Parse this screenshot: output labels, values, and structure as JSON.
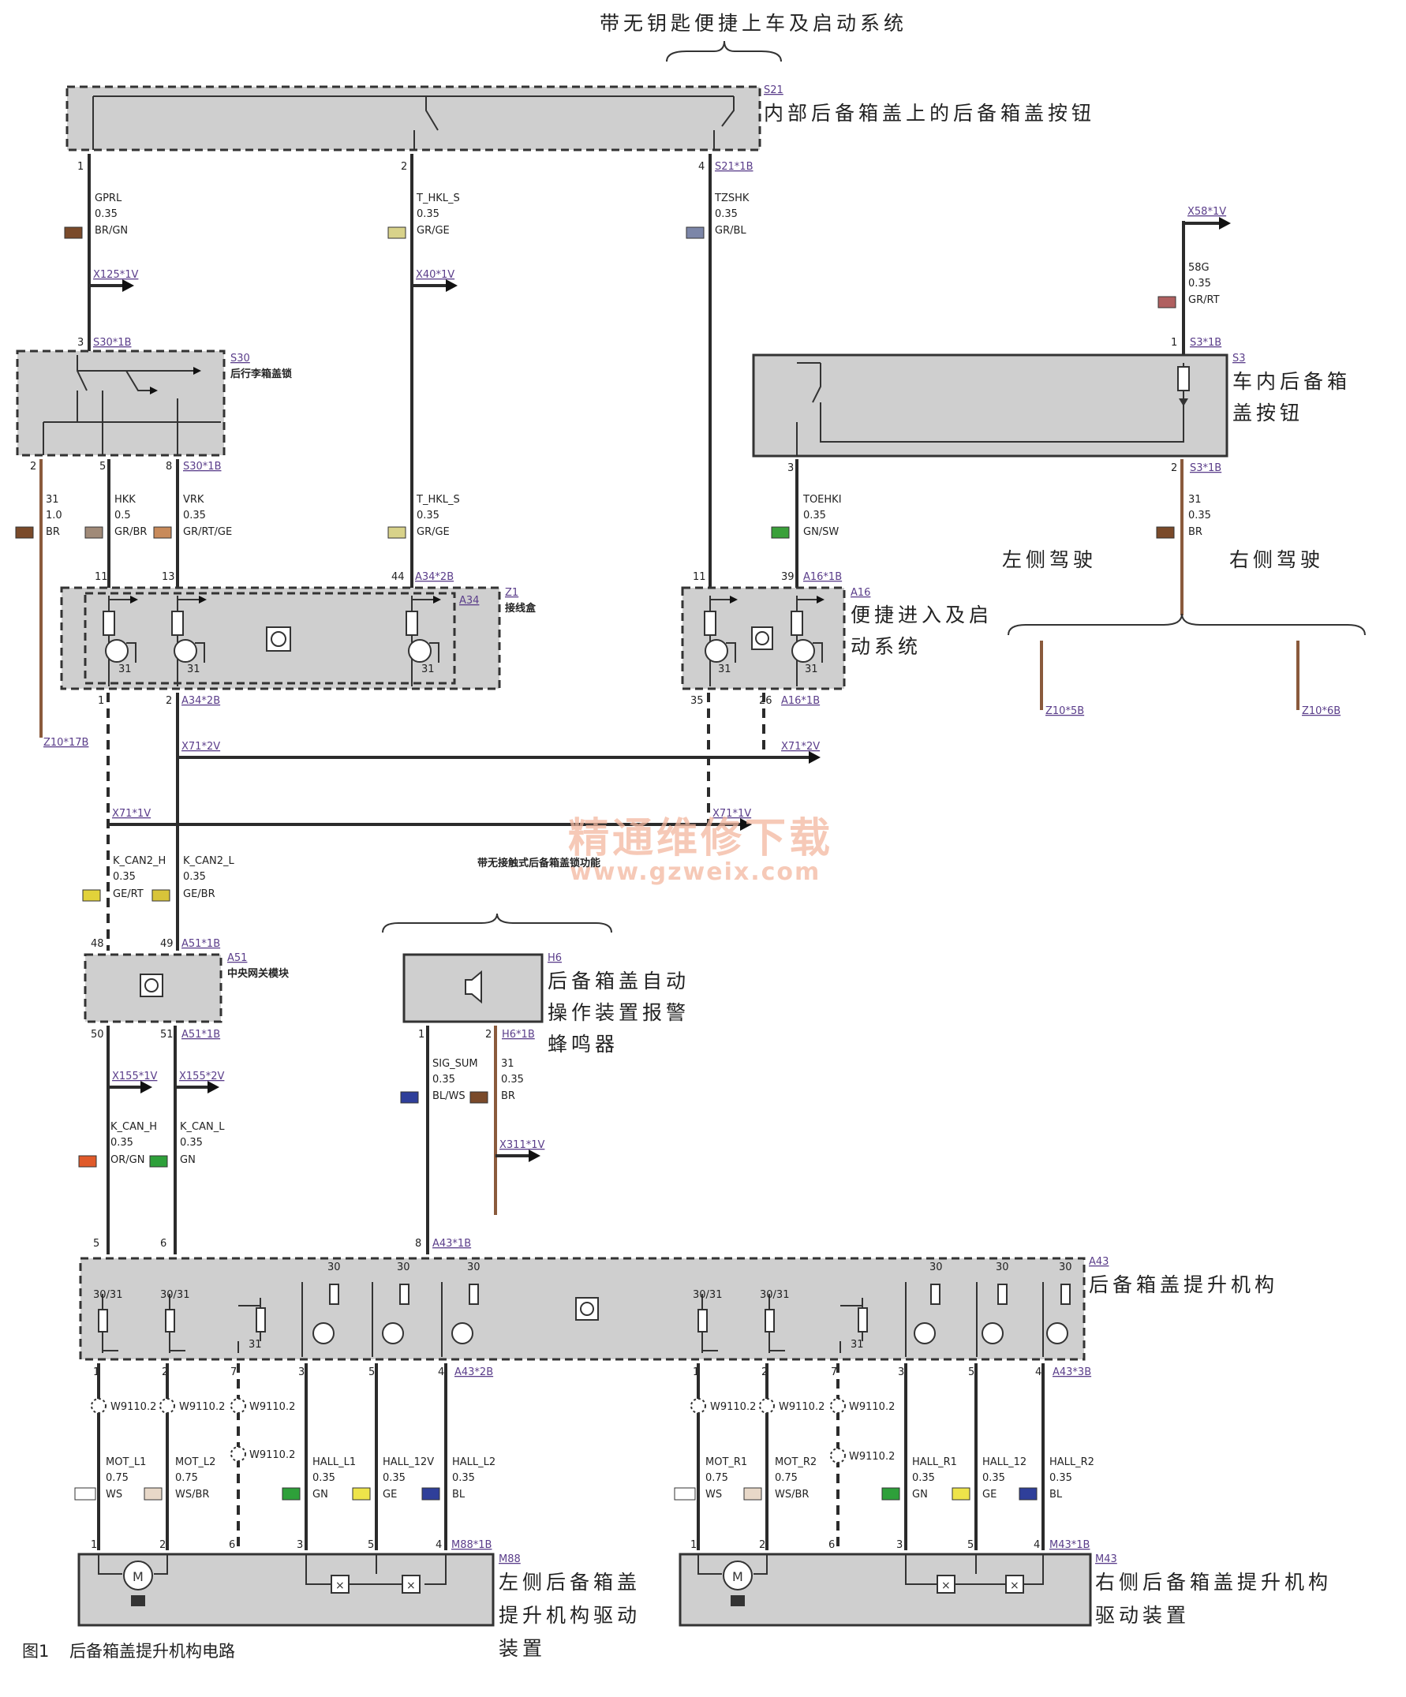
{
  "titles": {
    "keyless_group": "带无钥匙便捷上车及启动系统",
    "left_drive": "左侧驾驶",
    "right_drive": "右侧驾驶",
    "no_contact_group": "带无接触式后备箱盖锁功能",
    "caption_no": "图1",
    "caption_text": "后备箱盖提升机构电路"
  },
  "watermark": {
    "line1": "精通维修下载",
    "line2": "www.gzweix.com"
  },
  "modules": {
    "s21": {
      "code": "S21",
      "name": "内部后备箱盖上的后备箱盖按钮"
    },
    "s30": {
      "code": "S30",
      "name": "后行李箱盖锁"
    },
    "s3": {
      "code": "S3",
      "name_l1": "车内后备箱",
      "name_l2": "盖按钮"
    },
    "z1": {
      "code": "Z1",
      "sub": "A34",
      "name": "接线盒"
    },
    "a16": {
      "code": "A16",
      "name_l1": "便捷进入及启",
      "name_l2": "动系统"
    },
    "a51": {
      "code": "A51",
      "name": "中央网关模块"
    },
    "h6": {
      "code": "H6",
      "name_l1": "后备箱盖自动",
      "name_l2": "操作装置报警",
      "name_l3": "蜂鸣器"
    },
    "a43": {
      "code": "A43",
      "name": "后备箱盖提升机构"
    },
    "m88": {
      "code": "M88",
      "name_l1": "左侧后备箱盖",
      "name_l2": "提升机构驱动",
      "name_l3": "装置"
    },
    "m43": {
      "code": "M43",
      "name_l1": "右侧后备箱盖提升机构",
      "name_l2": "驱动装置"
    }
  },
  "connectors": {
    "s21_1b": "S21*1B",
    "x125": "X125*1V",
    "x40": "X40*1V",
    "x58": "X58*1V",
    "s30_1b_top": "S30*1B",
    "s30_1b_bot": "S30*1B",
    "s3_1b_top": "S3*1B",
    "s3_1b_bot": "S3*1B",
    "a34_2b_top": "A34*2B",
    "a34_2b_bot": "A34*2B",
    "a16_1b_top": "A16*1B",
    "a16_1b_bot": "A16*1B",
    "z10_17b": "Z10*17B",
    "z10_5b": "Z10*5B",
    "z10_6b": "Z10*6B",
    "x71_2v_a": "X71*2V",
    "x71_2v_b": "X71*2V",
    "x71_1v_a": "X71*1V",
    "x71_1v_b": "X71*1V",
    "a51_1b_top": "A51*1B",
    "a51_1b_bot": "A51*1B",
    "x155_1v": "X155*1V",
    "x155_2v": "X155*2V",
    "h6_1b": "H6*1B",
    "x311": "X311*1V",
    "a43_1b": "A43*1B",
    "a43_2b": "A43*2B",
    "a43_3b": "A43*3B",
    "m88_1b": "M88*1B",
    "m43_1b": "M43*1B"
  },
  "wires": {
    "gprl": [
      "GPRL",
      "0.35",
      "BR/GN"
    ],
    "thkl1": [
      "T_HKL_S",
      "0.35",
      "GR/GE"
    ],
    "tzshk": [
      "TZSHK",
      "0.35",
      "GR/BL"
    ],
    "w58g": [
      "58G",
      "0.35",
      "GR/RT"
    ],
    "w31a": [
      "31",
      "1.0",
      "BR"
    ],
    "hkk": [
      "HKK",
      "0.5",
      "GR/BR"
    ],
    "vrk": [
      "VRK",
      "0.35",
      "GR/RT/GE"
    ],
    "thkl2": [
      "T_HKL_S",
      "0.35",
      "GR/GE"
    ],
    "toehki": [
      "TOEHKI",
      "0.35",
      "GN/SW"
    ],
    "w31b": [
      "31",
      "0.35",
      "BR"
    ],
    "kcan2h": [
      "K_CAN2_H",
      "0.35",
      "GE/RT"
    ],
    "kcan2l": [
      "K_CAN2_L",
      "0.35",
      "GE/BR"
    ],
    "kcanh": [
      "K_CAN_H",
      "0.35",
      "OR/GN"
    ],
    "kcanl": [
      "K_CAN_L",
      "0.35",
      "GN"
    ],
    "sigsum": [
      "SIG_SUM",
      "0.35",
      "BL/WS"
    ],
    "w31c": [
      "31",
      "0.35",
      "BR"
    ],
    "motl1": [
      "MOT_L1",
      "0.75",
      "WS"
    ],
    "motl2": [
      "MOT_L2",
      "0.75",
      "WS/BR"
    ],
    "halll1": [
      "HALL_L1",
      "0.35",
      "GN"
    ],
    "hall12v": [
      "HALL_12V",
      "0.35",
      "GE"
    ],
    "halll2": [
      "HALL_L2",
      "0.35",
      "BL"
    ],
    "motr1": [
      "MOT_R1",
      "0.75",
      "WS"
    ],
    "motr2": [
      "MOT_R2",
      "0.75",
      "WS/BR"
    ],
    "hallr1": [
      "HALL_R1",
      "0.35",
      "GN"
    ],
    "hall12": [
      "HALL_12",
      "0.35",
      "GE"
    ],
    "hallr2": [
      "HALL_R2",
      "0.35",
      "BL"
    ]
  },
  "shields": {
    "w9110": "W9110.2"
  },
  "pins": {
    "p1": "1",
    "p2": "2",
    "p3": "3",
    "p4": "4",
    "p5": "5",
    "p6": "6",
    "p7": "7",
    "p8": "8",
    "p11": "11",
    "p13": "13",
    "p26": "26",
    "p30": "30",
    "p31": "31",
    "p35": "35",
    "p39": "39",
    "p44": "44",
    "p48": "48",
    "p49": "49",
    "p50": "50",
    "p51": "51",
    "p3031": "30/31"
  },
  "colors": {
    "module_fill": "#cfcfcf",
    "wire": "#2b2b2b",
    "brown_wire": "#8a5a3c",
    "connector_text": "#5a3d8a"
  }
}
